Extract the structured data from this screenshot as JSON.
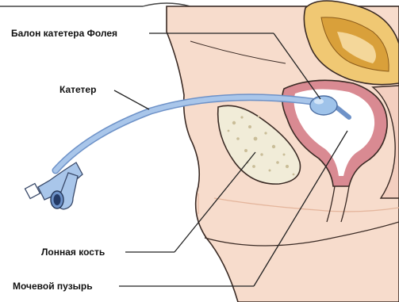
{
  "labels": {
    "balloon": "Балон катетера Фолея",
    "catheter": "Катетер",
    "pubic_bone": "Лонная кость",
    "bladder": "Мочевой пузырь"
  },
  "colors": {
    "skin": "#f7dccc",
    "skin_shadow": "#efc7b2",
    "outline": "#3a2a24",
    "bone": "#f1ecd8",
    "bone_spots": "#c9bd98",
    "bladder_wall": "#d98a92",
    "bladder_inner": "#ffffff",
    "catheter": "#a9c6ea",
    "catheter_dark": "#6e92c8",
    "uterus": "#f0c873",
    "uterus_inner": "#d9a03a",
    "leader": "#222222"
  }
}
